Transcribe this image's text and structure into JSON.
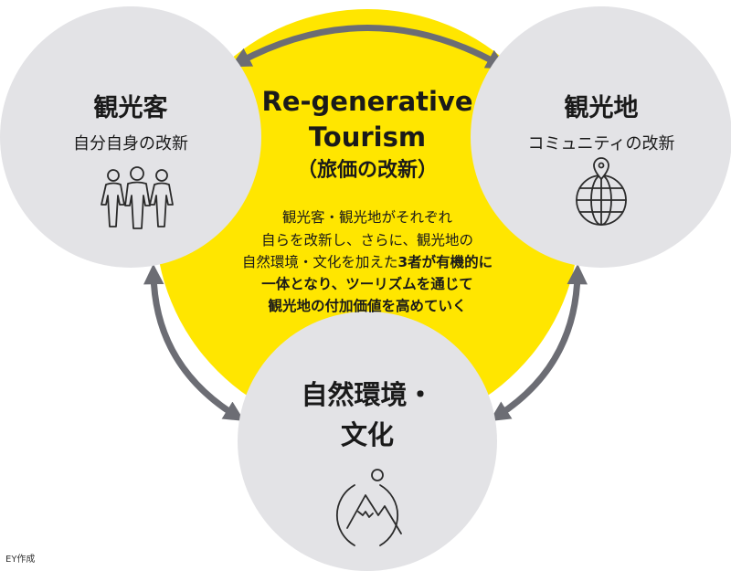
{
  "center": {
    "title_line1": "Re-generative",
    "title_line2": "Tourism",
    "title_line3": "（旅価の改新）",
    "body_line1": "観光客・観光地がそれぞれ",
    "body_line2": "自らを改新し、さらに、観光地の",
    "body_line3_regular": "自然環境・文化を加えた",
    "body_line3_bold": "3者が有機的に",
    "body_line4": "一体となり、ツーリズムを通じて",
    "body_line5": "観光地の付加価値を高めていく"
  },
  "left_circle": {
    "title": "観光客",
    "subtitle": "自分自身の改新",
    "icon": "people-icon"
  },
  "right_circle": {
    "title": "観光地",
    "subtitle": "コミュニティの改新",
    "icon": "globe-pin-icon"
  },
  "bottom_circle": {
    "title_line1": "自然環境・",
    "title_line2": "文化",
    "icon": "mountain-icon"
  },
  "credit": "EY作成",
  "colors": {
    "yellow": "#ffe600",
    "circle_gray": "#e3e3e6",
    "arrow_gray": "#6c6d74",
    "text": "#1a1a1a"
  }
}
